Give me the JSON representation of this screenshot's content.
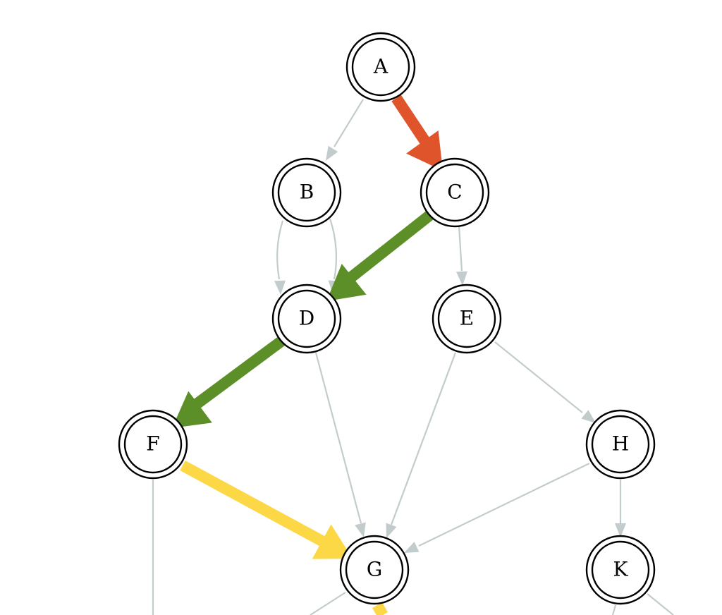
{
  "diagram": {
    "type": "directed-graph",
    "node_style": "double-circle",
    "colors": {
      "background": "#ffffff",
      "default_edge": "#c3cccc",
      "node_stroke": "#000000",
      "node_fill": "#ffffff",
      "label": "#000000"
    },
    "nodes": [
      {
        "id": "A",
        "label": "A"
      },
      {
        "id": "B",
        "label": "B"
      },
      {
        "id": "C",
        "label": "C"
      },
      {
        "id": "D",
        "label": "D"
      },
      {
        "id": "E",
        "label": "E"
      },
      {
        "id": "F",
        "label": "F"
      },
      {
        "id": "G",
        "label": "G"
      },
      {
        "id": "H",
        "label": "H"
      },
      {
        "id": "K",
        "label": "K"
      }
    ],
    "edges": [
      {
        "from": "A",
        "to": "B",
        "highlight": false
      },
      {
        "from": "A",
        "to": "C",
        "highlight": true,
        "color": "#e0542b"
      },
      {
        "from": "B",
        "to": "D",
        "highlight": false
      },
      {
        "from": "B",
        "to": "D",
        "highlight": false
      },
      {
        "from": "C",
        "to": "D",
        "highlight": true,
        "color": "#5c8f28"
      },
      {
        "from": "C",
        "to": "E",
        "highlight": false
      },
      {
        "from": "D",
        "to": "F",
        "highlight": true,
        "color": "#5c8f28"
      },
      {
        "from": "D",
        "to": "G",
        "highlight": false
      },
      {
        "from": "E",
        "to": "G",
        "highlight": false
      },
      {
        "from": "E",
        "to": "H",
        "highlight": false
      },
      {
        "from": "F",
        "to": "G",
        "highlight": true,
        "color": "#fcd846"
      },
      {
        "from": "H",
        "to": "G",
        "highlight": false
      },
      {
        "from": "H",
        "to": "K",
        "highlight": false
      },
      {
        "from": "F",
        "to": "(offscreen)",
        "highlight": false
      },
      {
        "from": "G",
        "to": "(offscreen)",
        "highlight": false
      },
      {
        "from": "G",
        "to": "(offscreen)",
        "highlight": true,
        "color": "#fcd846"
      },
      {
        "from": "K",
        "to": "(offscreen)",
        "highlight": false
      },
      {
        "from": "K",
        "to": "(offscreen)",
        "highlight": false
      }
    ]
  }
}
